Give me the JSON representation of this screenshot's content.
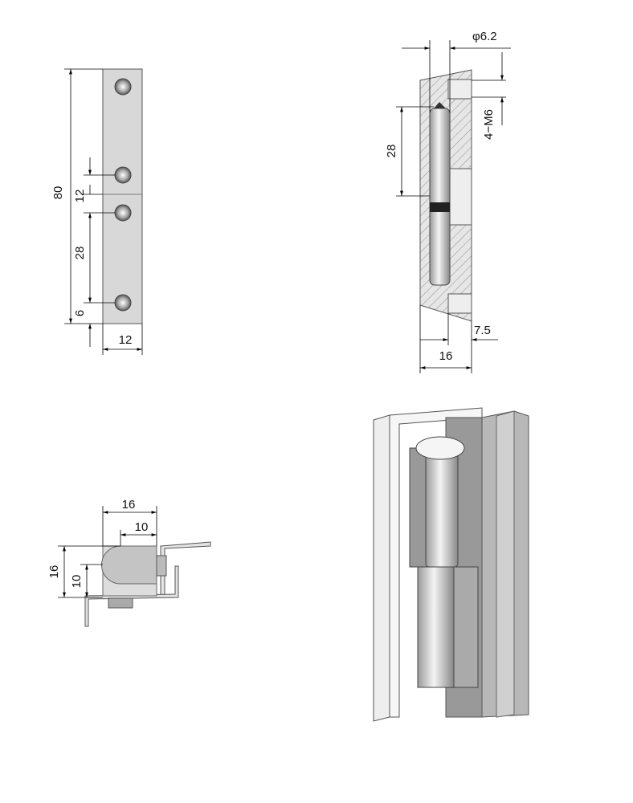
{
  "front_view": {
    "height_total": "80",
    "hole_to_split": "12",
    "hole_spacing": "28",
    "hole_to_edge": "6",
    "width": "12"
  },
  "section_view": {
    "pin_diameter": "φ6.2",
    "thread_spec": "4−M6",
    "pin_length": "28",
    "offset": "7.5",
    "width": "16"
  },
  "side_view": {
    "width": "16",
    "radius_offset": "10",
    "height": "16",
    "axis_height": "10"
  }
}
